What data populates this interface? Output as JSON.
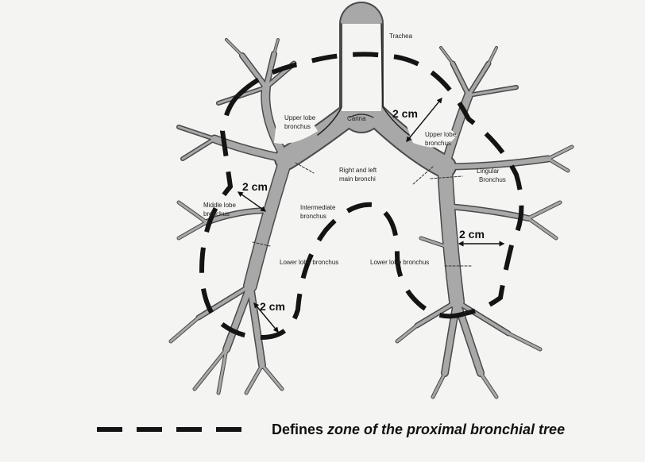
{
  "labels": {
    "trachea": "Trachea",
    "carina": "Carina",
    "upper_lobe_right_1": "Upper lobe",
    "upper_lobe_right_2": "bronchus",
    "upper_lobe_left_1": "Upper lobe",
    "upper_lobe_left_2": "bronchus",
    "lingular_1": "Lingular",
    "lingular_2": "Bronchus",
    "main_bronchi_1": "Right and left",
    "main_bronchi_2": "main bronchi",
    "middle_lobe_1": "Middle lobe",
    "middle_lobe_2": "bronchus",
    "intermediate_1": "Intermediate",
    "intermediate_2": "bronchus",
    "lower_lobe_right": "Lower lobe bronchus",
    "lower_lobe_left": "Lower lobe bronchus"
  },
  "dimensions": {
    "upper_left": "2 cm",
    "middle_lobe": "2 cm",
    "lower_left": "2 cm",
    "lower_right": "2 cm"
  },
  "legend": {
    "text_plain": "Defines ",
    "text_italic": "zone of the proximal bronchial tree"
  },
  "colors": {
    "airway_fill": "#a8a8a8",
    "airway_stroke": "#4a4a4a",
    "dash": "#141414"
  }
}
